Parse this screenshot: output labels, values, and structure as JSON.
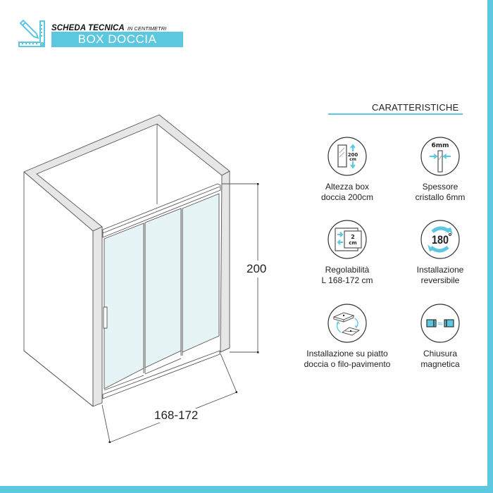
{
  "header": {
    "subtitle": "SCHEDA TECNICA",
    "unit": "IN CENTIMETRI",
    "title": "BOX DOCCIA",
    "icon": "pencil-ruler-icon"
  },
  "drawing": {
    "height_label": "200",
    "width_label": "168-172",
    "panels": 3
  },
  "features": {
    "title": "CARATTERISTICHE",
    "items": [
      {
        "icon": "height-icon",
        "icon_text": "200 cm",
        "line1": "Altezza box",
        "line2": "doccia 200cm"
      },
      {
        "icon": "glass-thickness-icon",
        "icon_text": "6mm",
        "line1": "Spessore",
        "line2": "cristallo 6mm"
      },
      {
        "icon": "adjustable-width-icon",
        "icon_text": "2 cm",
        "line1": "Regolabilità",
        "line2": "L 168-172 cm"
      },
      {
        "icon": "reversible-icon",
        "icon_text": "180°",
        "line1": "Installazione",
        "line2": "reversibile"
      },
      {
        "icon": "installation-tray-icon",
        "icon_text": "",
        "line1": "Installazione su piatto",
        "line2": "doccia o filo-pavimento"
      },
      {
        "icon": "magnetic-closure-icon",
        "icon_text": "≈",
        "line1": "Chiusura",
        "line2": "magnetica"
      }
    ]
  },
  "colors": {
    "accent": "#5bc8e0",
    "glass": "#e6f4f6",
    "wall": "#e6e6e6",
    "line": "#555555"
  }
}
